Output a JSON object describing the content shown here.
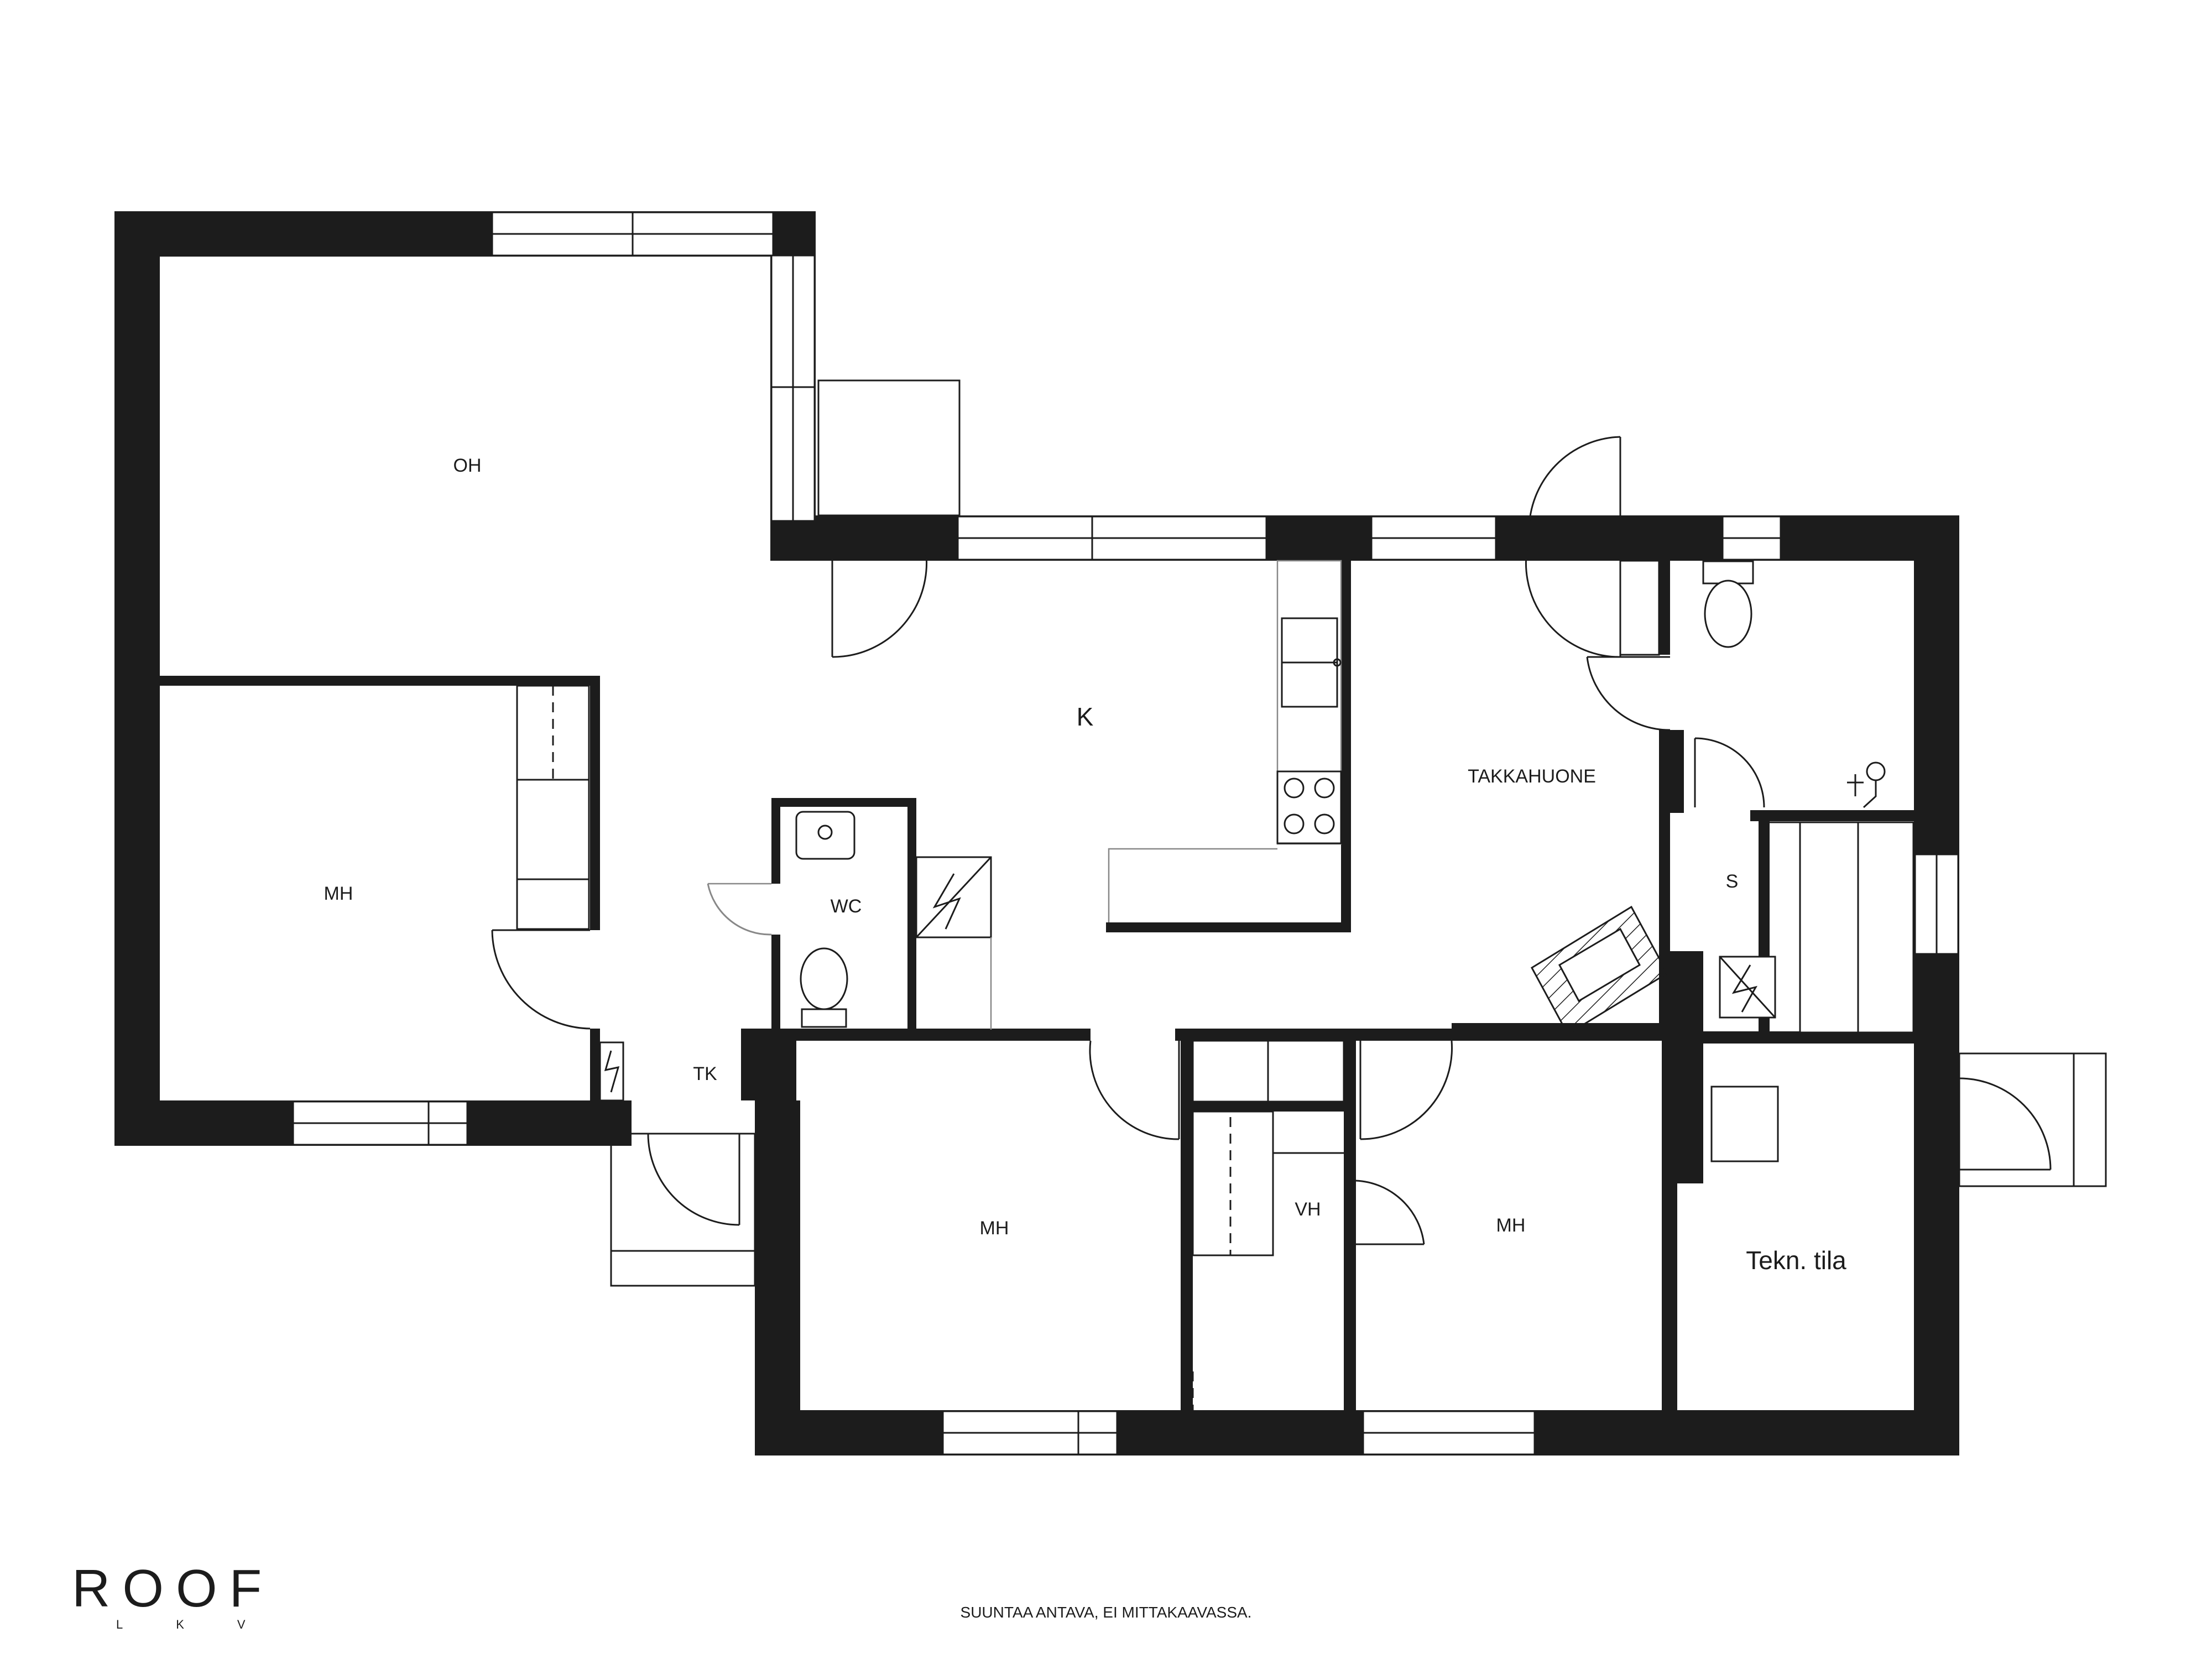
{
  "rooms": {
    "oh": "OH",
    "mh_left": "MH",
    "k": "K",
    "wc": "WC",
    "takkahuone": "TAKKAHUONE",
    "s": "S",
    "tk": "TK",
    "mh_center": "MH",
    "vh": "VH",
    "mh_right": "MH",
    "tekn": "Tekn. tila"
  },
  "brand": {
    "logo_main": "ROOF",
    "logo_sub": "LKV"
  },
  "disclaimer": "SUUNTAA ANTAVA, EI MITTAKAAVASSA.",
  "colors": {
    "wall": "#1c1c1c",
    "background": "#ffffff"
  }
}
